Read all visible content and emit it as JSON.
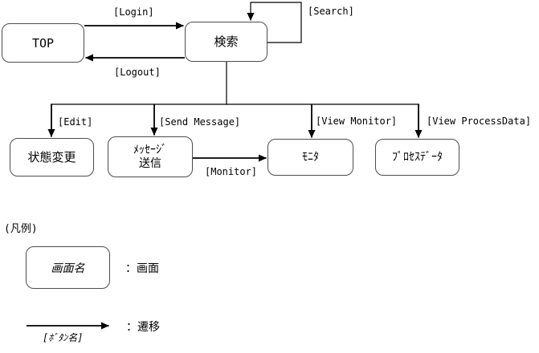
{
  "diagram": {
    "nodes": {
      "top": {
        "label": "TOP"
      },
      "search": {
        "label": "検索"
      },
      "state_change": {
        "label": "状態変更"
      },
      "message_send": {
        "line1": "ﾒｯｾｰｼﾞ",
        "line2": "送信"
      },
      "monitor": {
        "label": "ﾓﾆﾀ"
      },
      "process_data": {
        "label": "ﾌﾟﾛｾｽﾃﾞｰﾀ"
      }
    },
    "edge_labels": {
      "login": "[Login]",
      "logout": "[Logout]",
      "search_self": "[Search]",
      "edit": "[Edit]",
      "send_message": "[Send Message]",
      "view_monitor": "[View Monitor]",
      "view_process_data": "[View ProcessData]",
      "monitor": "[Monitor]"
    }
  },
  "legend": {
    "title": "(凡例)",
    "screen_box_label": "画面名",
    "screen_meaning": "：画面",
    "button_label": "[ﾎﾞﾀﾝ名]",
    "transition_meaning": "：遷移"
  },
  "colors": {
    "line": "#000000",
    "box_border": "#4d4d4d",
    "background": "#ffffff",
    "text": "#000000"
  }
}
